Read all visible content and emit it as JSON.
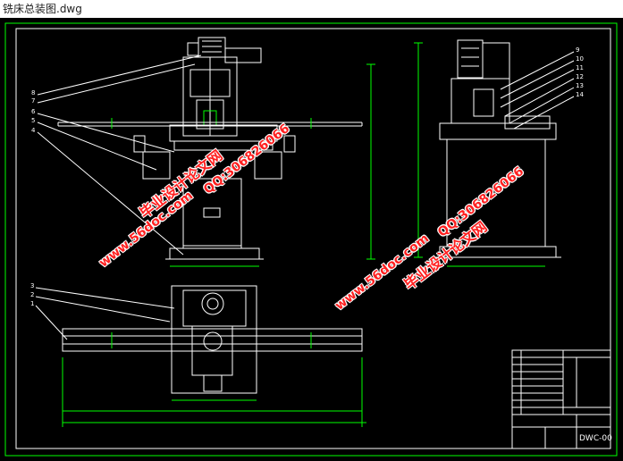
{
  "window": {
    "title": "铣床总装图.dwg"
  },
  "watermarks": {
    "url": "www.56doc.com",
    "qq": "QQ:306826066",
    "site": "毕业设计论文网"
  },
  "part_labels": {
    "left_view": [
      "8",
      "7",
      "6",
      "5",
      "4"
    ],
    "right_view": [
      "9",
      "10",
      "11",
      "12",
      "13",
      "14"
    ],
    "bottom_view": [
      "3",
      "2",
      "1"
    ]
  },
  "title_block": {
    "drawing_number": "DWC-00"
  },
  "colors": {
    "background": "#000000",
    "line": "#ffffff",
    "frame": "#00ff00",
    "accent": "#00ffff",
    "watermark": "#ff2020"
  }
}
